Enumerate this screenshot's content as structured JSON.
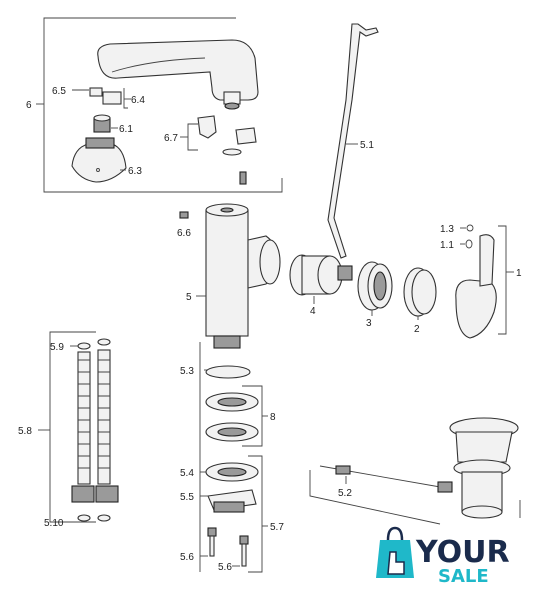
{
  "labels": {
    "l6": "6",
    "l65": "6.5",
    "l64": "6.4",
    "l61": "6.1",
    "l63": "6.3",
    "l67": "6.7",
    "l51": "5.1",
    "l66": "6.6",
    "l5": "5",
    "l4": "4",
    "l3": "3",
    "l2": "2",
    "l13": "1.3",
    "l11": "1.1",
    "l1": "1",
    "l59": "5.9",
    "l58": "5.8",
    "l510": "5.10",
    "l53": "5.3",
    "l8": "8",
    "l54": "5.4",
    "l55": "5.5",
    "l57": "5.7",
    "l56a": "5.6",
    "l56b": "5.6",
    "l52": "5.2"
  },
  "logo": {
    "word1": "YOUR",
    "word2": "SALE",
    "primary_color": "#1a2b4c",
    "accent_color": "#1fb8c9"
  },
  "colors": {
    "line": "#444444",
    "part_fill": "#f2f2f2",
    "label": "#222222"
  }
}
